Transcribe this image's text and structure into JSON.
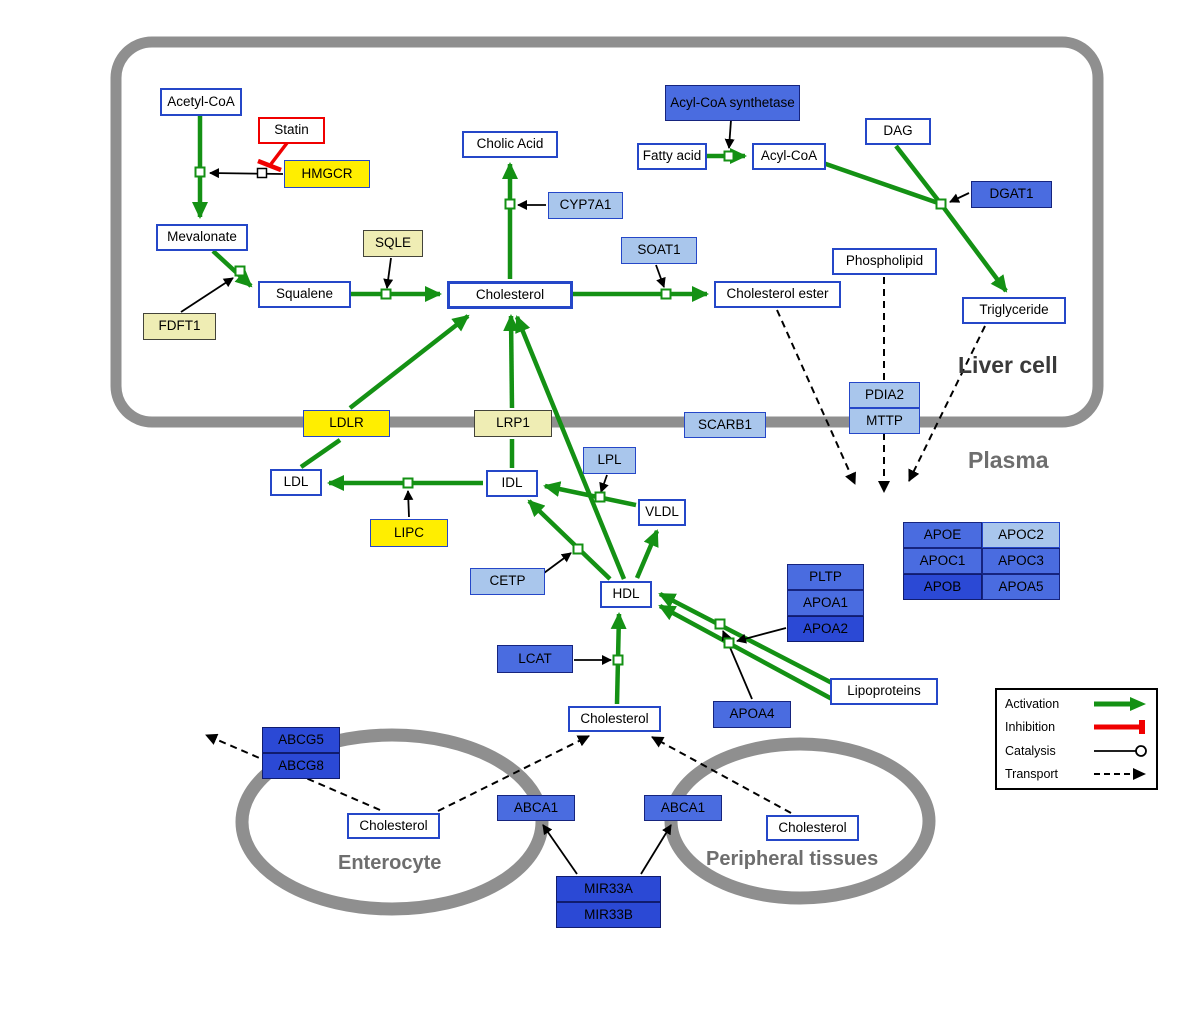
{
  "compartments": {
    "liver": "Liver cell",
    "plasma": "Plasma",
    "enterocyte": "Enterocyte",
    "peripheral": "Peripheral tissues"
  },
  "nodes": {
    "acetyl_coa": "Acetyl-CoA",
    "statin": "Statin",
    "hmgcr": "HMGCR",
    "mevalonate": "Mevalonate",
    "fdft1": "FDFT1",
    "squalene": "Squalene",
    "sqle": "SQLE",
    "cholesterol_liver": "Cholesterol",
    "cholic_acid": "Cholic Acid",
    "cyp7a1": "CYP7A1",
    "soat1": "SOAT1",
    "cholesterol_ester": "Cholesterol ester",
    "acyl_coa_synthetase": "Acyl-CoA synthetase",
    "fatty_acid": "Fatty acid",
    "acyl_coa": "Acyl-CoA",
    "dag": "DAG",
    "dgat1": "DGAT1",
    "phospholipid": "Phospholipid",
    "triglyceride": "Triglyceride",
    "ldlr": "LDLR",
    "lrp1": "LRP1",
    "scarb1": "SCARB1",
    "pdia2": "PDIA2",
    "mttp": "MTTP",
    "ldl": "LDL",
    "idl": "IDL",
    "lpl": "LPL",
    "vldl": "VLDL",
    "lipc": "LIPC",
    "cetp": "CETP",
    "hdl": "HDL",
    "lcat": "LCAT",
    "pltp": "PLTP",
    "apoa1": "APOA1",
    "apoa2": "APOA2",
    "apoa4": "APOA4",
    "lipoproteins": "Lipoproteins",
    "apoe": "APOE",
    "apoc2": "APOC2",
    "apoc1": "APOC1",
    "apoc3": "APOC3",
    "apob": "APOB",
    "apoa5": "APOA5",
    "cholesterol_plasma": "Cholesterol",
    "abcg5": "ABCG5",
    "abcg8": "ABCG8",
    "cholesterol_enterocyte": "Cholesterol",
    "abca1_left": "ABCA1",
    "abca1_right": "ABCA1",
    "cholesterol_peripheral": "Cholesterol",
    "mir33a": "MIR33A",
    "mir33b": "MIR33B"
  },
  "legend": {
    "activation": "Activation",
    "inhibition": "Inhibition",
    "catalysis": "Catalysis",
    "transport": "Transport"
  },
  "colors": {
    "activation_green": "#149114",
    "inhibition_red": "#f00000",
    "metabolite_border_blue": "#2547c8",
    "gene_blue": "#4a6ce0",
    "gene_dark_blue": "#2b49d5",
    "gene_light_blue": "#a9c6ec",
    "gene_yellow": "#ffee00",
    "gene_pale_yellow": "#efedb4",
    "compartment_gray": "#8f8f8f"
  }
}
